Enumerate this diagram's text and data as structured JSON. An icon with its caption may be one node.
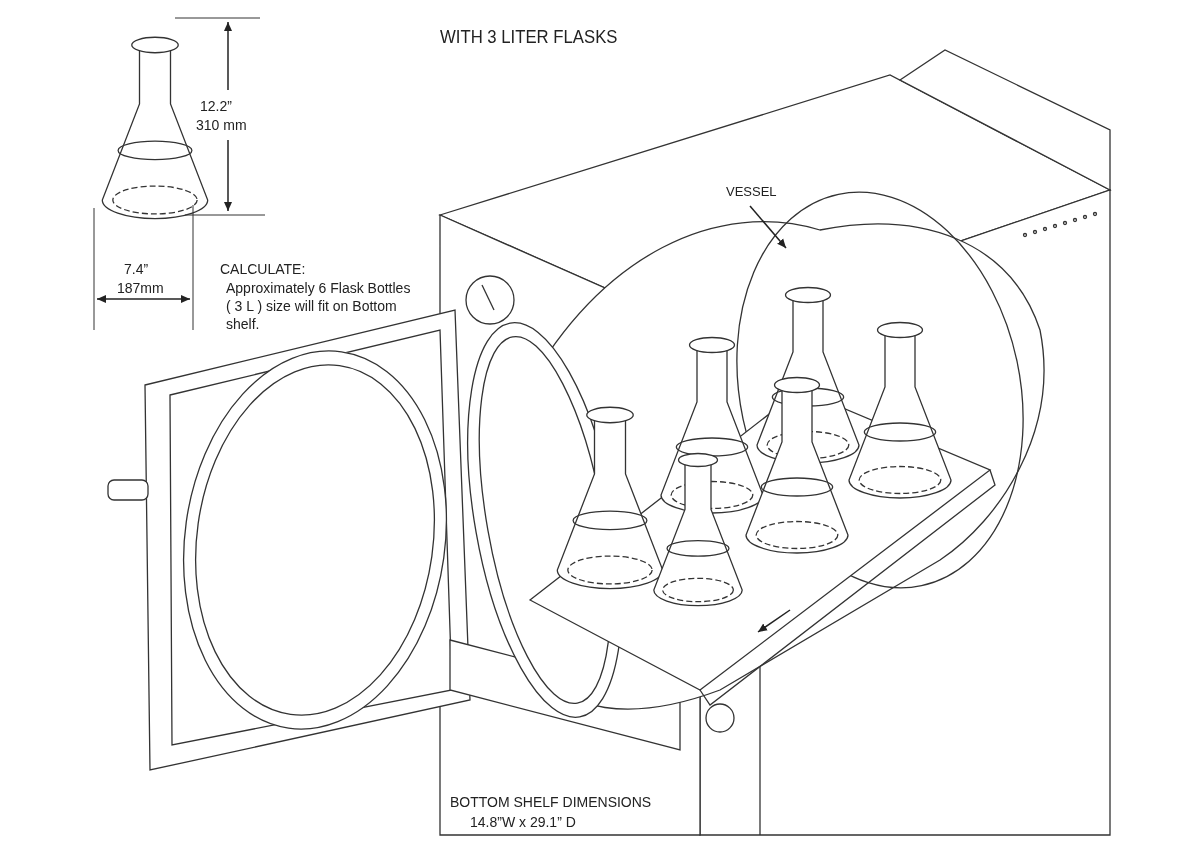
{
  "diagram": {
    "title": "WITH 3 LITER FLASKS",
    "nodes": [
      {
        "text": [
          "VESSEL"
        ]
      },
      {
        "text": [],
        "shape": "picture"
      }
    ],
    "edges": [
      {
        "from": 0,
        "to": 1,
        "arrow": "to"
      }
    ],
    "labels": [
      "12.2”",
      "310 mm",
      "7.4”",
      "187mm",
      "CALCULATE:",
      "Approximately 6 Flask Bottles ( 3 L ) size will fit on Bottom shelf.",
      "BOTTOM SHELF DIMENSIONS",
      "14.8”W x 29.1” D"
    ]
  }
}
